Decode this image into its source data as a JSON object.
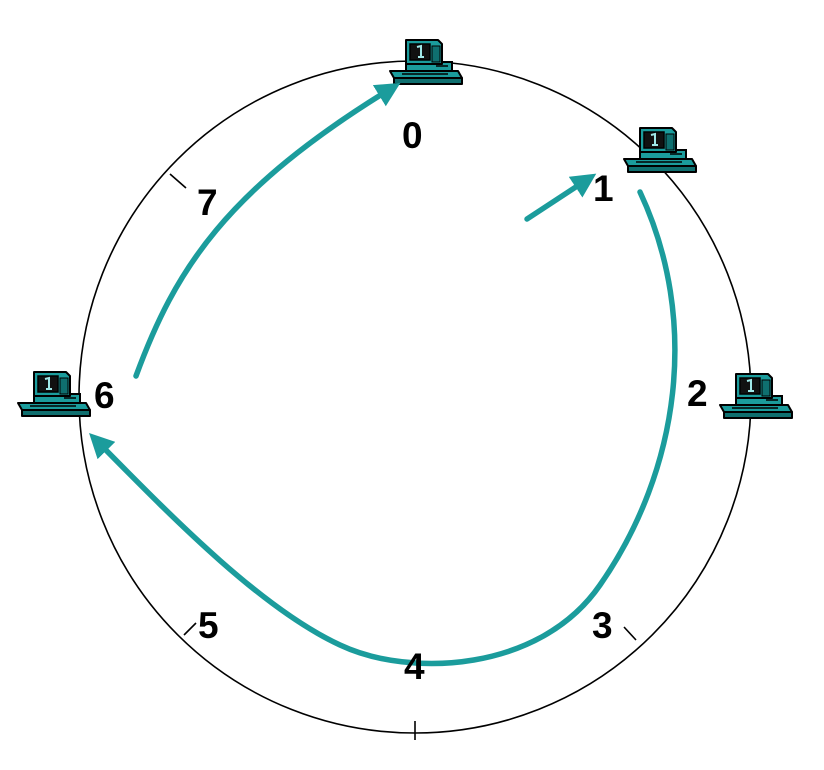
{
  "diagram": {
    "ring_color": "#000000",
    "path_color": "#1b9c9c",
    "positions": [
      {
        "id": "0",
        "label": "0",
        "has_node": true
      },
      {
        "id": "1",
        "label": "1",
        "has_node": true
      },
      {
        "id": "2",
        "label": "2",
        "has_node": true
      },
      {
        "id": "3",
        "label": "3",
        "has_node": false
      },
      {
        "id": "4",
        "label": "4",
        "has_node": false
      },
      {
        "id": "5",
        "label": "5",
        "has_node": false
      },
      {
        "id": "6",
        "label": "6",
        "has_node": true
      },
      {
        "id": "7",
        "label": "7",
        "has_node": false
      }
    ],
    "node_icon": "desktop-computer-icon",
    "lookup_path": [
      "query-start",
      "1",
      "6",
      "0"
    ]
  }
}
